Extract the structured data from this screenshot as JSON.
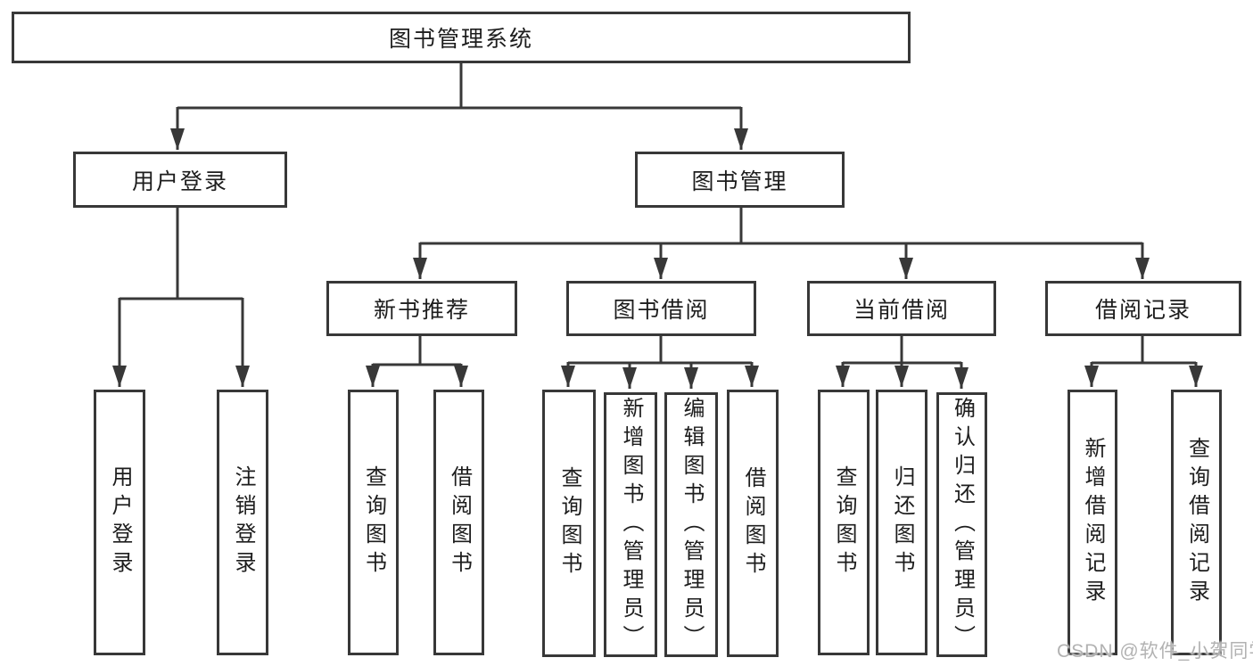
{
  "diagram": {
    "root": "图书管理系统",
    "level1": {
      "user_login": "用户登录",
      "book_management": "图书管理"
    },
    "level2": {
      "new_book_recommend": "新书推荐",
      "book_borrowing": "图书借阅",
      "current_borrowing": "当前借阅",
      "borrowing_records": "借阅记录"
    },
    "leaves": {
      "user_login": [
        "用户登录",
        "注销登录"
      ],
      "new_book_recommend": [
        "查询图书",
        "借阅图书"
      ],
      "book_borrowing": [
        "查询图书",
        "新增图书（管理员）",
        "编辑图书（管理员）",
        "借阅图书"
      ],
      "current_borrowing": [
        "查询图书",
        "归还图书",
        "确认归还（管理员）"
      ],
      "borrowing_records": [
        "新增借阅记录",
        "查询借阅记录"
      ]
    },
    "watermark": "CSDN @软件_小贺同学",
    "colors": {
      "line": "#383838",
      "border": "#383838",
      "text": "#1d1d1d",
      "watermark": "#b2b2b2",
      "background": "#ffffff"
    }
  }
}
